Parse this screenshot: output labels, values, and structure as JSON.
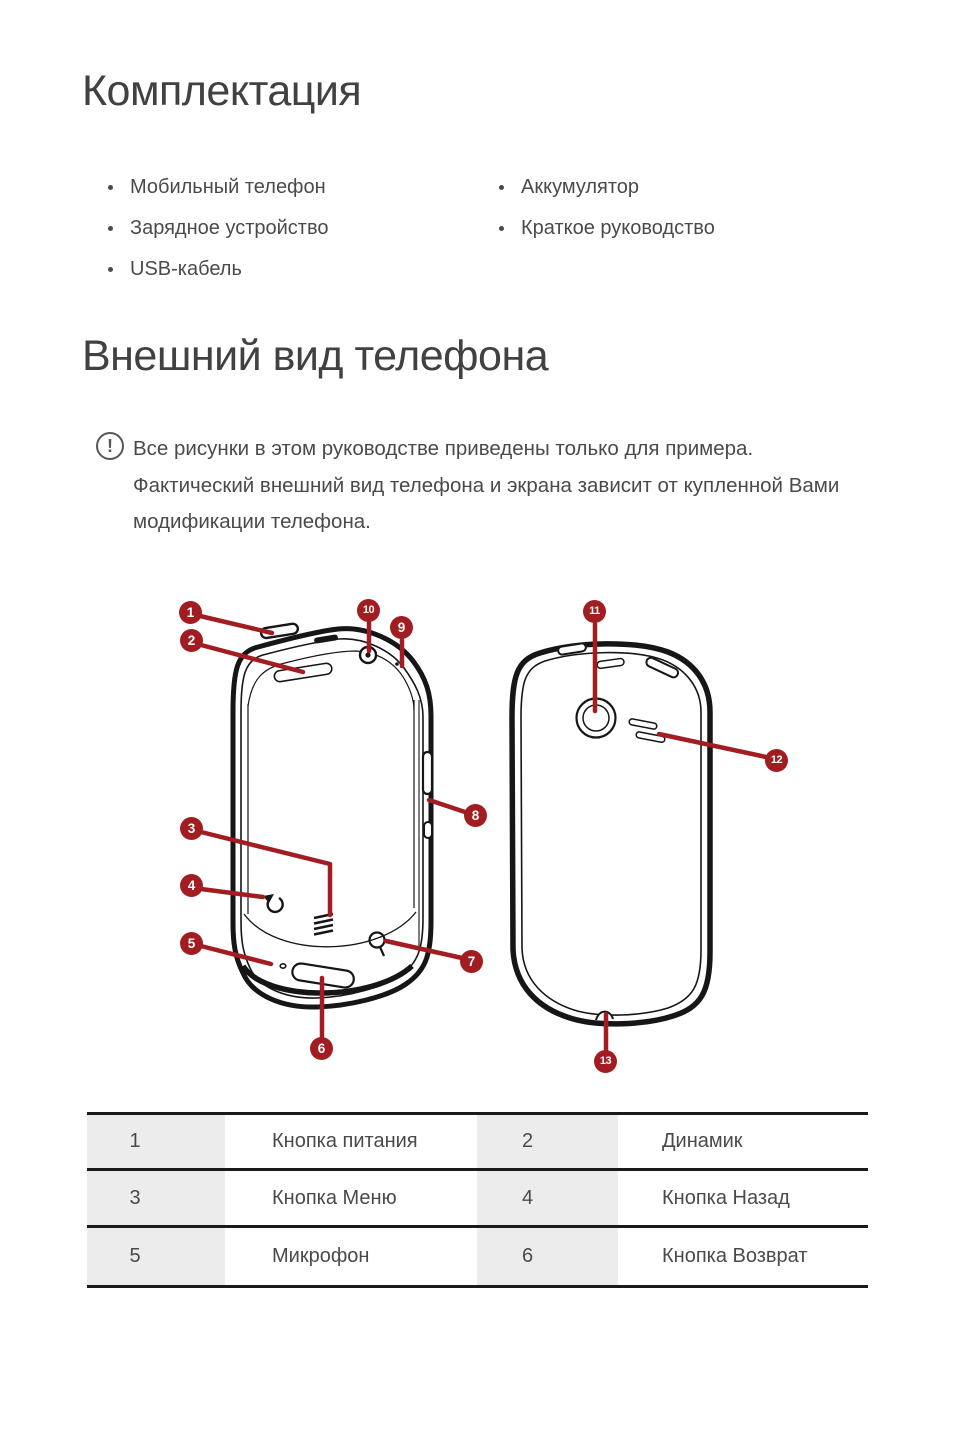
{
  "page_title_1": "Комплектация",
  "package": {
    "items_left": [
      "Мобильный телефон",
      "Зарядное устройство",
      "USB-кабель"
    ],
    "items_right": [
      "Аккумулятор",
      "Краткое руководство"
    ]
  },
  "page_title_2": "Внешний вид телефона",
  "note": {
    "icon_glyph": "!",
    "lines": [
      "Все рисунки в этом руководстве приведены только для примера.",
      "Фактический внешний вид телефона и экрана зависит от купленной Вами",
      "модификации телефона."
    ]
  },
  "diagram": {
    "callout_labels": [
      "1",
      "2",
      "3",
      "4",
      "5",
      "6",
      "7",
      "8",
      "9",
      "10",
      "11",
      "12",
      "13"
    ]
  },
  "legend": {
    "rows": [
      [
        "1",
        "Кнопка питания",
        "2",
        "Динамик"
      ],
      [
        "3",
        "Кнопка Меню",
        "4",
        "Кнопка Назад"
      ],
      [
        "5",
        "Микрофон",
        "6",
        "Кнопка Возврат"
      ]
    ]
  },
  "colors": {
    "callout_red": "#a11d22",
    "drawing_ink": "#161616",
    "table_cell_gray": "#ececec"
  }
}
